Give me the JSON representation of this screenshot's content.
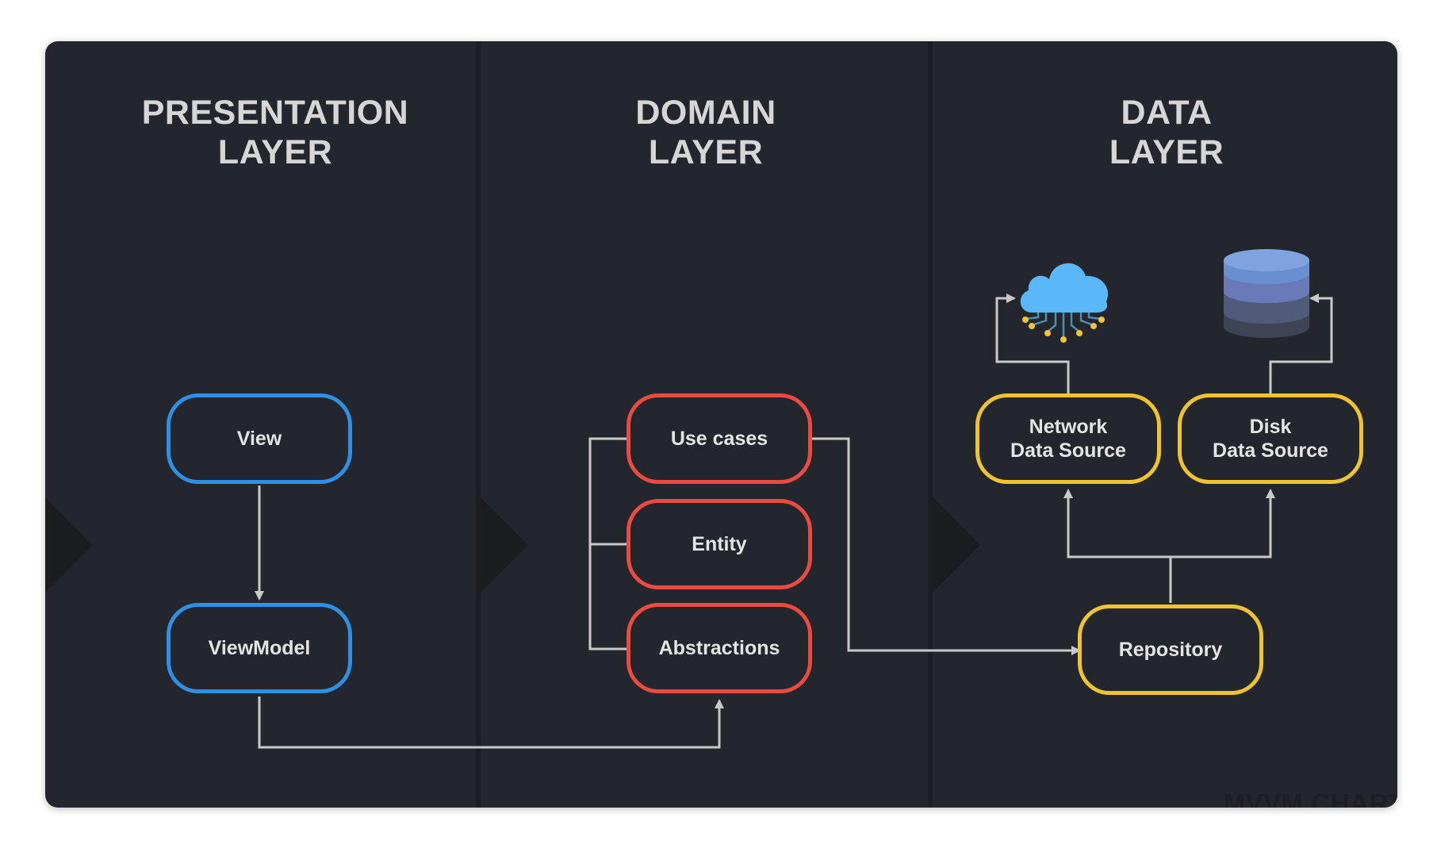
{
  "layers": {
    "presentation": {
      "title_line1": "PRESENTATION",
      "title_line2": "LAYER"
    },
    "domain": {
      "title_line1": "DOMAIN",
      "title_line2": "LAYER"
    },
    "data": {
      "title_line1": "DATA",
      "title_line2": "LAYER"
    }
  },
  "nodes": {
    "view": "View",
    "viewmodel": "ViewModel",
    "use_cases": "Use cases",
    "entity": "Entity",
    "abstractions": "Abstractions",
    "network_line1": "Network",
    "network_line2": "Data Source",
    "disk_line1": "Disk",
    "disk_line2": "Data Source",
    "repository": "Repository"
  },
  "icons": {
    "cloud": "cloud-network-icon",
    "database": "database-icon"
  },
  "colors": {
    "panel": "#23262d",
    "presentation_accent": "#2f8fe6",
    "domain_accent": "#ea4a3f",
    "data_accent": "#f0c331",
    "connector": "#c9c9c9"
  },
  "watermark": "MVVM CHART"
}
